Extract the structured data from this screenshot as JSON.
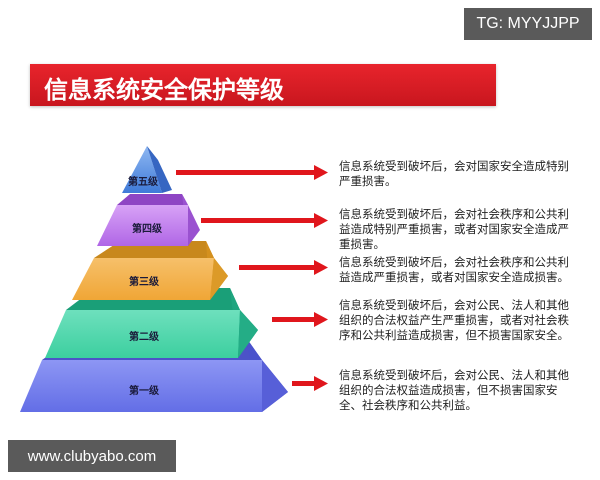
{
  "watermarks": {
    "top_right": "TG: MYYJJPP",
    "bottom_left": "www.clubyabo.com"
  },
  "title": "信息系统安全保护等级",
  "colors": {
    "title_bar": "#d51c24",
    "arrow": "#e0161c",
    "level5": "#4a86e0",
    "level4": "#b46de8",
    "level3": "#f0a630",
    "level2": "#2ec79a",
    "level1": "#5a63e0"
  },
  "levels": [
    {
      "label": "第五级",
      "description": "信息系统受到破坏后，会对国家安全造成特别严重损害。"
    },
    {
      "label": "第四级",
      "description": "信息系统受到破坏后，会对社会秩序和公共利益造成特别严重损害，或者对国家安全造成严重损害。"
    },
    {
      "label": "第三级",
      "description": "信息系统受到破坏后，会对社会秩序和公共利益造成严重损害，或者对国家安全造成损害。"
    },
    {
      "label": "第二级",
      "description": "信息系统受到破坏后，会对公民、法人和其他组织的合法权益产生严重损害，或者对社会秩序和公共利益造成损害，但不损害国家安全。"
    },
    {
      "label": "第一级",
      "description": "信息系统受到破坏后，会对公民、法人和其他组织的合法权益造成损害，但不损害国家安全、社会秩序和公共利益。"
    }
  ]
}
